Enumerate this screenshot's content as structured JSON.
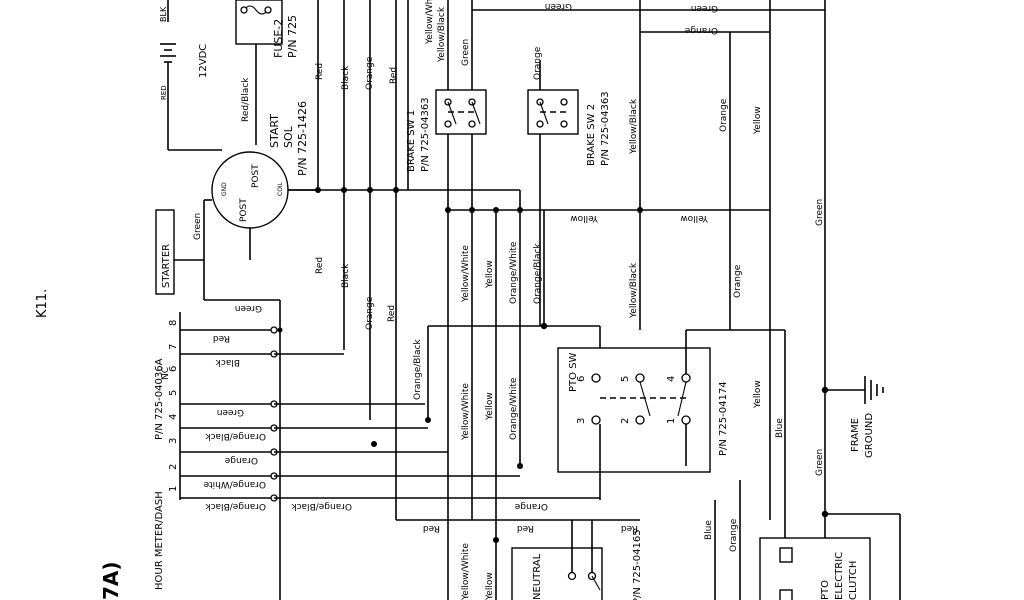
{
  "page": {
    "figure_id": "K11.",
    "title_fragment": "7A)"
  },
  "battery": {
    "voltage": "12VDC",
    "red_label": "RED",
    "black_label": "BLK"
  },
  "fuse": {
    "label": "FUSE-2",
    "part": "P/N 725"
  },
  "start_solenoid": {
    "label": "START",
    "label2": "SOL",
    "part": "P/N 725-1426",
    "post_left": "POST",
    "post_right": "POST",
    "gnd": "GND",
    "coil": "COIL"
  },
  "starter": {
    "label": "STARTER"
  },
  "brake_sw1": {
    "label": "BRAKE SW 1",
    "part": "P/N 725-04363"
  },
  "brake_sw2": {
    "label": "BRAKE SW 2",
    "part": "P/N 725-04363"
  },
  "pto_sw": {
    "label": "PTO SW",
    "part": "P/N 725-04174",
    "terminals": [
      "6",
      "5",
      "4",
      "3",
      "2",
      "1"
    ]
  },
  "hour_meter": {
    "label": "HOUR METER/DASH",
    "part": "P/N 725-04036A",
    "pins": [
      "1",
      "2",
      "3",
      "4",
      "5",
      "6",
      "7",
      "8"
    ],
    "nc": "NC"
  },
  "neutral_sw": {
    "label": "NEUTRAL",
    "part": "P/N 725-04165"
  },
  "frame_ground": {
    "label1": "FRAME",
    "label2": "GROUND"
  },
  "pto_clutch": {
    "label1": "PTO",
    "label2": "ELECTRIC",
    "label3": "CLUTCH"
  },
  "wire_colors": {
    "red": "Red",
    "black": "Black",
    "orange": "Orange",
    "green": "Green",
    "yellow": "Yellow",
    "blue": "Blue",
    "red_black": "Red/Black",
    "yellow_white": "Yellow/White",
    "yellow_black": "Yellow/Black",
    "orange_white": "Orange/White",
    "orange_black": "Orange/Black"
  }
}
